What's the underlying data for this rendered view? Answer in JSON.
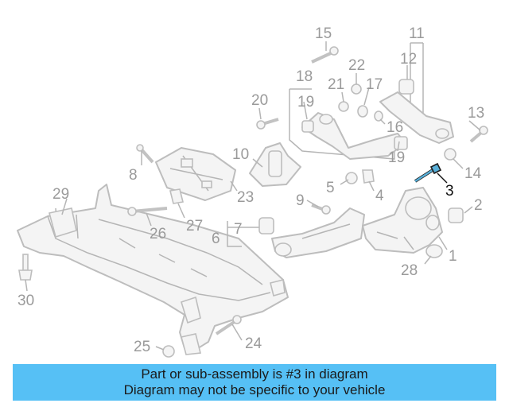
{
  "callouts": {
    "c1": "1",
    "c2": "2",
    "c3": "3",
    "c4": "4",
    "c5": "5",
    "c6": "6",
    "c7": "7",
    "c8": "8",
    "c9": "9",
    "c10": "10",
    "c11": "11",
    "c12": "12",
    "c13": "13",
    "c14": "14",
    "c15": "15",
    "c16": "16",
    "c17": "17",
    "c18": "18",
    "c19a": "19",
    "c19b": "19",
    "c20": "20",
    "c21": "21",
    "c22": "22",
    "c23": "23",
    "c24": "24",
    "c25": "25",
    "c26": "26",
    "c27": "27",
    "c28": "28",
    "c29": "29",
    "c30": "30"
  },
  "highlighted_part": "3",
  "colors": {
    "highlight": "#59b0d9",
    "banner": "#56c0f5",
    "parts_stroke": "#bdbdbd",
    "labels": "#9a9a9a"
  },
  "banner": {
    "line1": "Part or sub-assembly is #3 in diagram",
    "line2": "Diagram may not be specific to your vehicle"
  }
}
